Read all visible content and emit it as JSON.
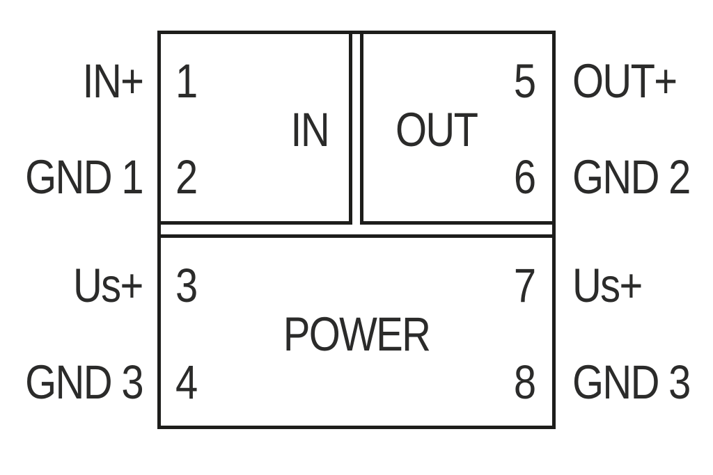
{
  "diagram": {
    "blocks": [
      {
        "id": "in",
        "label": "IN",
        "pins": [
          {
            "number": "1",
            "external_label": "IN+"
          },
          {
            "number": "2",
            "external_label": "GND 1"
          }
        ]
      },
      {
        "id": "out",
        "label": "OUT",
        "pins": [
          {
            "number": "5",
            "external_label": "OUT+"
          },
          {
            "number": "6",
            "external_label": "GND 2"
          }
        ]
      },
      {
        "id": "power",
        "label": "POWER",
        "pins": [
          {
            "number": "3",
            "external_label": "Us+"
          },
          {
            "number": "4",
            "external_label": "GND 3"
          },
          {
            "number": "7",
            "external_label": "Us+"
          },
          {
            "number": "8",
            "external_label": "GND 3"
          }
        ]
      }
    ],
    "colors": {
      "line": "#1d1d1b",
      "text": "#2b2b2a",
      "background": "#ffffff"
    }
  }
}
